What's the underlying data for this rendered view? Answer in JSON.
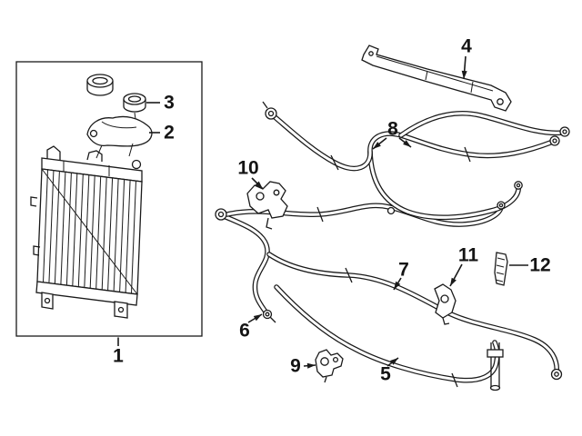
{
  "colors": {
    "line": "#1a1a1a",
    "background": "#ffffff",
    "label": "#141414"
  },
  "callouts": [
    {
      "label": "1"
    },
    {
      "label": "2"
    },
    {
      "label": "3"
    },
    {
      "label": "4"
    },
    {
      "label": "5"
    },
    {
      "label": "6"
    },
    {
      "label": "7"
    },
    {
      "label": "8"
    },
    {
      "label": "9"
    },
    {
      "label": "10"
    },
    {
      "label": "11"
    },
    {
      "label": "12"
    }
  ]
}
